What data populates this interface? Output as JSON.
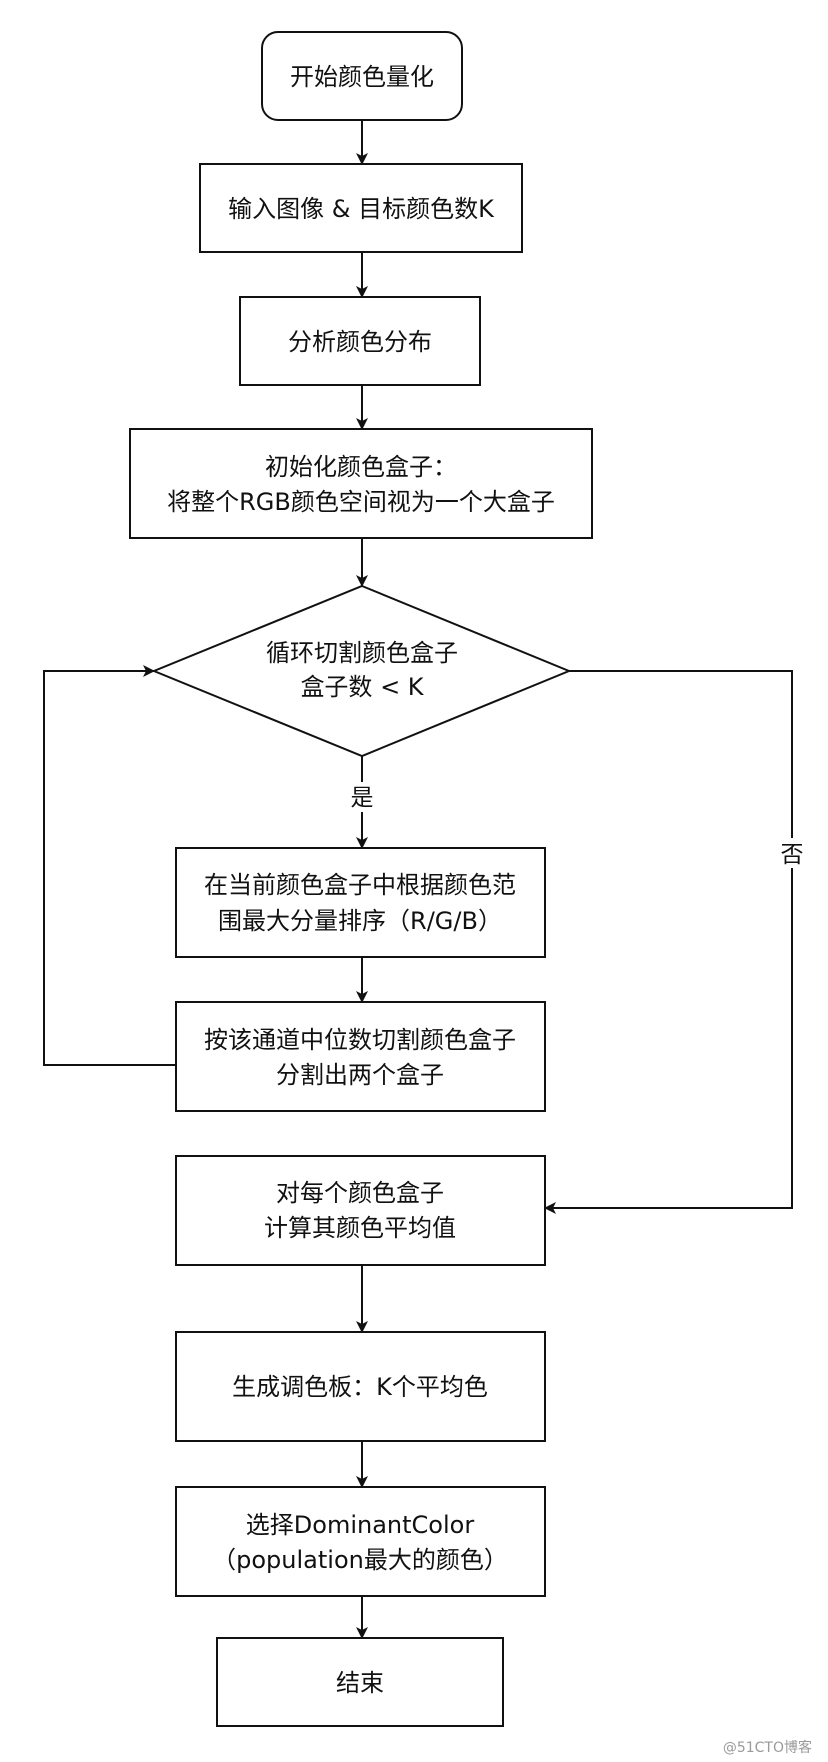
{
  "flowchart": {
    "start": "开始颜色量化",
    "input": "输入图像 & 目标颜色数K",
    "analyze": "分析颜色分布",
    "init_line1": "初始化颜色盒子：",
    "init_line2": "将整个RGB颜色空间视为一个大盒子",
    "loop_line1": "循环切割颜色盒子",
    "loop_line2": "盒子数 < K",
    "yes_label": "是",
    "no_label": "否",
    "sort_line1": "在当前颜色盒子中根据颜色范",
    "sort_line2": "围最大分量排序（R/G/B）",
    "split_line1": "按该通道中位数切割颜色盒子",
    "split_line2": "分割出两个盒子",
    "avg_line1": "对每个颜色盒子",
    "avg_line2": "计算其颜色平均值",
    "palette": "生成调色板：K个平均色",
    "dominant_line1": "选择DominantColor",
    "dominant_line2": "（population最大的颜色）",
    "end": "结束"
  },
  "watermark": "@51CTO博客"
}
